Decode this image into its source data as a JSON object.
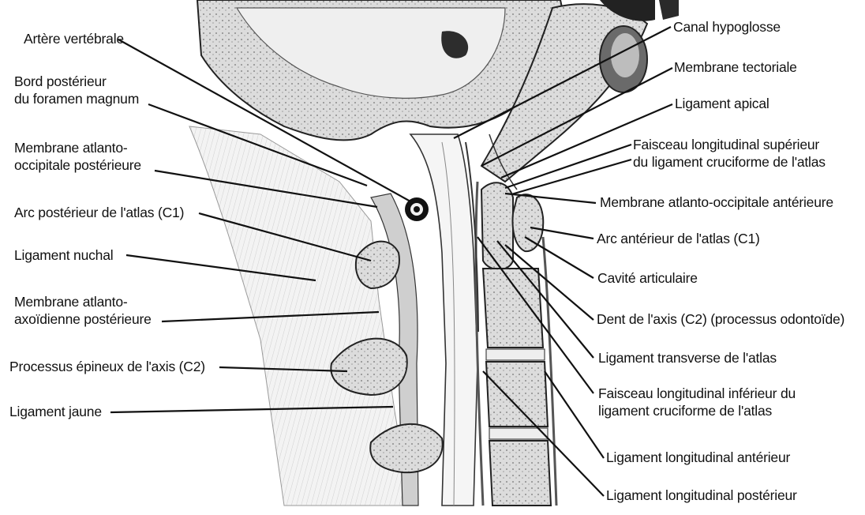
{
  "figure": {
    "background": "#ffffff",
    "ink": "#111111",
    "bone_fill": "#d9d9d9",
    "dark_fill": "#3a3a3a"
  },
  "labels_left": {
    "arteria_vertebralis": "Artère vertébrale",
    "bord_posterieur_l1": "Bord postérieur",
    "bord_posterieur_l2": "du foramen magnum",
    "membrane_ao_post_l1": "Membrane atlanto-",
    "membrane_ao_post_l2": "occipitale postérieure",
    "arc_posterieur": "Arc postérieur de l'atlas (C1)",
    "ligament_nuchal": "Ligament nuchal",
    "membrane_aa_post_l1": "Membrane atlanto-",
    "membrane_aa_post_l2": "axoïdienne postérieure",
    "processus_epineux": "Processus épineux de l'axis (C2)",
    "ligament_jaune": "Ligament jaune"
  },
  "labels_right": {
    "canal_hypoglosse": "Canal hypoglosse",
    "membrane_tectoriale": "Membrane tectoriale",
    "ligament_apical": "Ligament apical",
    "faisceau_sup_l1": "Faisceau longitudinal supérieur",
    "faisceau_sup_l2": "du ligament cruciforme de l'atlas",
    "membrane_ao_ant": "Membrane atlanto-occipitale antérieure",
    "arc_anterieur": "Arc antérieur de l'atlas (C1)",
    "cavite_articulaire": "Cavité articulaire",
    "dent_axis": "Dent de l'axis (C2) (processus odontoïde)",
    "ligament_transverse": "Ligament transverse de l'atlas",
    "faisceau_inf_l1": "Faisceau longitudinal inférieur du",
    "faisceau_inf_l2": "ligament cruciforme de l'atlas",
    "ligament_long_ant": "Ligament longitudinal antérieur",
    "ligament_long_post": "Ligament longitudinal postérieur"
  }
}
